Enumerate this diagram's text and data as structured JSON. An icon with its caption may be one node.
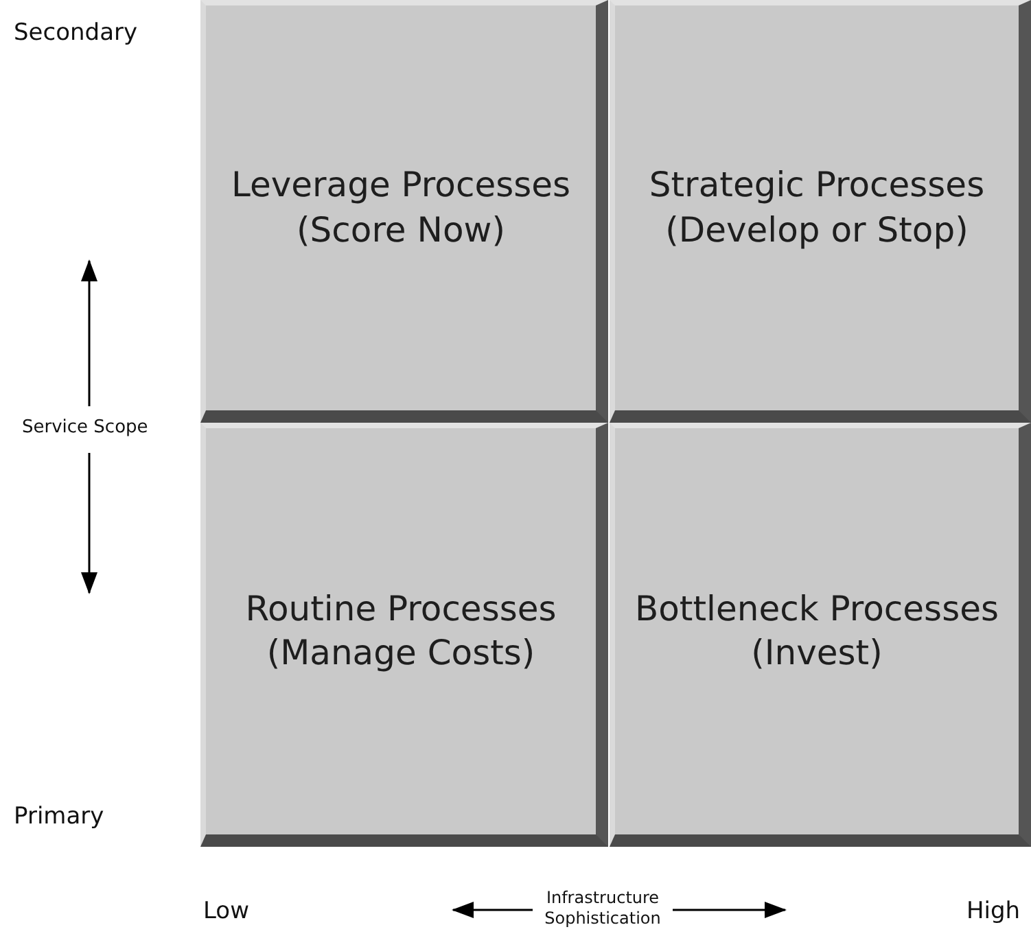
{
  "diagram": {
    "nodes": [
      {
        "text": [
          "Leverage Processes (Score Now)"
        ]
      },
      {
        "text": [
          "Strategic Processes (Develop or Stop)"
        ]
      },
      {
        "text": [
          "Routine Processes (Manage Costs)"
        ]
      },
      {
        "text": [
          "Bottleneck Processes (Invest)"
        ]
      }
    ],
    "labels": [
      "Secondary",
      "Service Scope",
      "Primary",
      "Low",
      "Infrastructure Sophistication",
      "High"
    ]
  }
}
